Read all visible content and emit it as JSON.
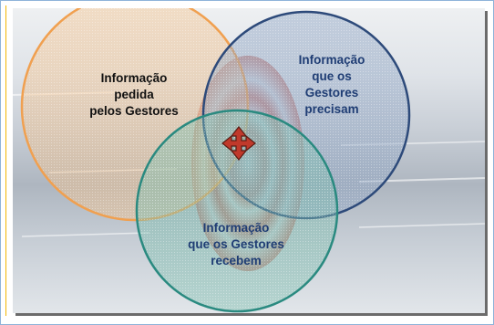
{
  "diagram": {
    "circles": [
      {
        "name": "circle-requested",
        "stroke": "#f0a050",
        "fill": "#f3c48e",
        "lines": [
          "Informação",
          "pedida",
          "pelos Gestores"
        ],
        "text_color": "#111111"
      },
      {
        "name": "circle-needed",
        "stroke": "#2d4a7a",
        "fill": "#8fa3c4",
        "lines": [
          "Informação",
          "que os",
          "Gestores",
          "precisam"
        ],
        "text_color": "#1f3d74"
      },
      {
        "name": "circle-received",
        "stroke": "#2a8a80",
        "fill": "#7fbfb0",
        "lines": [
          "Informação",
          "que os Gestores",
          "recebem"
        ],
        "text_color": "#1f3d74"
      }
    ],
    "center_icon": "four-way-move-arrow-icon",
    "center_icon_fill": "#c0392b",
    "center_icon_stroke": "#5a1d14"
  },
  "colors": {
    "frame_border": "#8fb3d9",
    "accent_rule": "#f2b705",
    "background_target_red": "#b84a3c"
  }
}
